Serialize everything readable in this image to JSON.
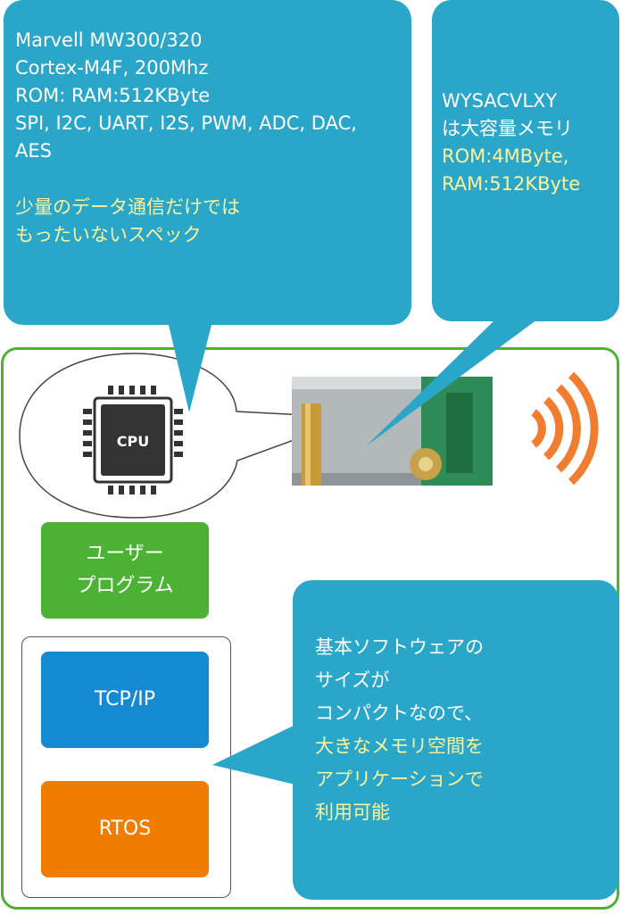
{
  "callouts": {
    "specs": {
      "lines": [
        "Marvell MW300/320",
        "Cortex-M4F, 200Mhz",
        "ROM: RAM:512KByte",
        "SPI, I2C, UART, I2S, PWM, ADC, DAC,",
        "AES"
      ],
      "highlight": [
        "少量のデータ通信だけでは",
        "もったいないスペック"
      ]
    },
    "memory": {
      "lines": [
        "WYSACVLXY",
        "は大容量メモリ"
      ],
      "highlight": [
        "ROM:4MByte,",
        "RAM:512KByte"
      ]
    },
    "software": {
      "lines": [
        "基本ソフトウェアの",
        "サイズが",
        "コンパクトなので、"
      ],
      "highlight": [
        "大きなメモリ空間を",
        "アプリケーションで",
        "利用可能"
      ]
    }
  },
  "chip": {
    "label": "CPU"
  },
  "blocks": {
    "user_program": [
      "ユーザー",
      "プログラム"
    ],
    "tcpip": "TCP/IP",
    "rtos": "RTOS"
  },
  "colors": {
    "callout": "#2aa6c8",
    "highlight_text": "#fdf29b",
    "green": "#4cb234",
    "blue": "#1689d3",
    "orange": "#f07d00",
    "wifi": "#f07d30"
  },
  "icons": {
    "wireless": "wifi-signal-icon",
    "chip": "cpu-chip-icon"
  }
}
